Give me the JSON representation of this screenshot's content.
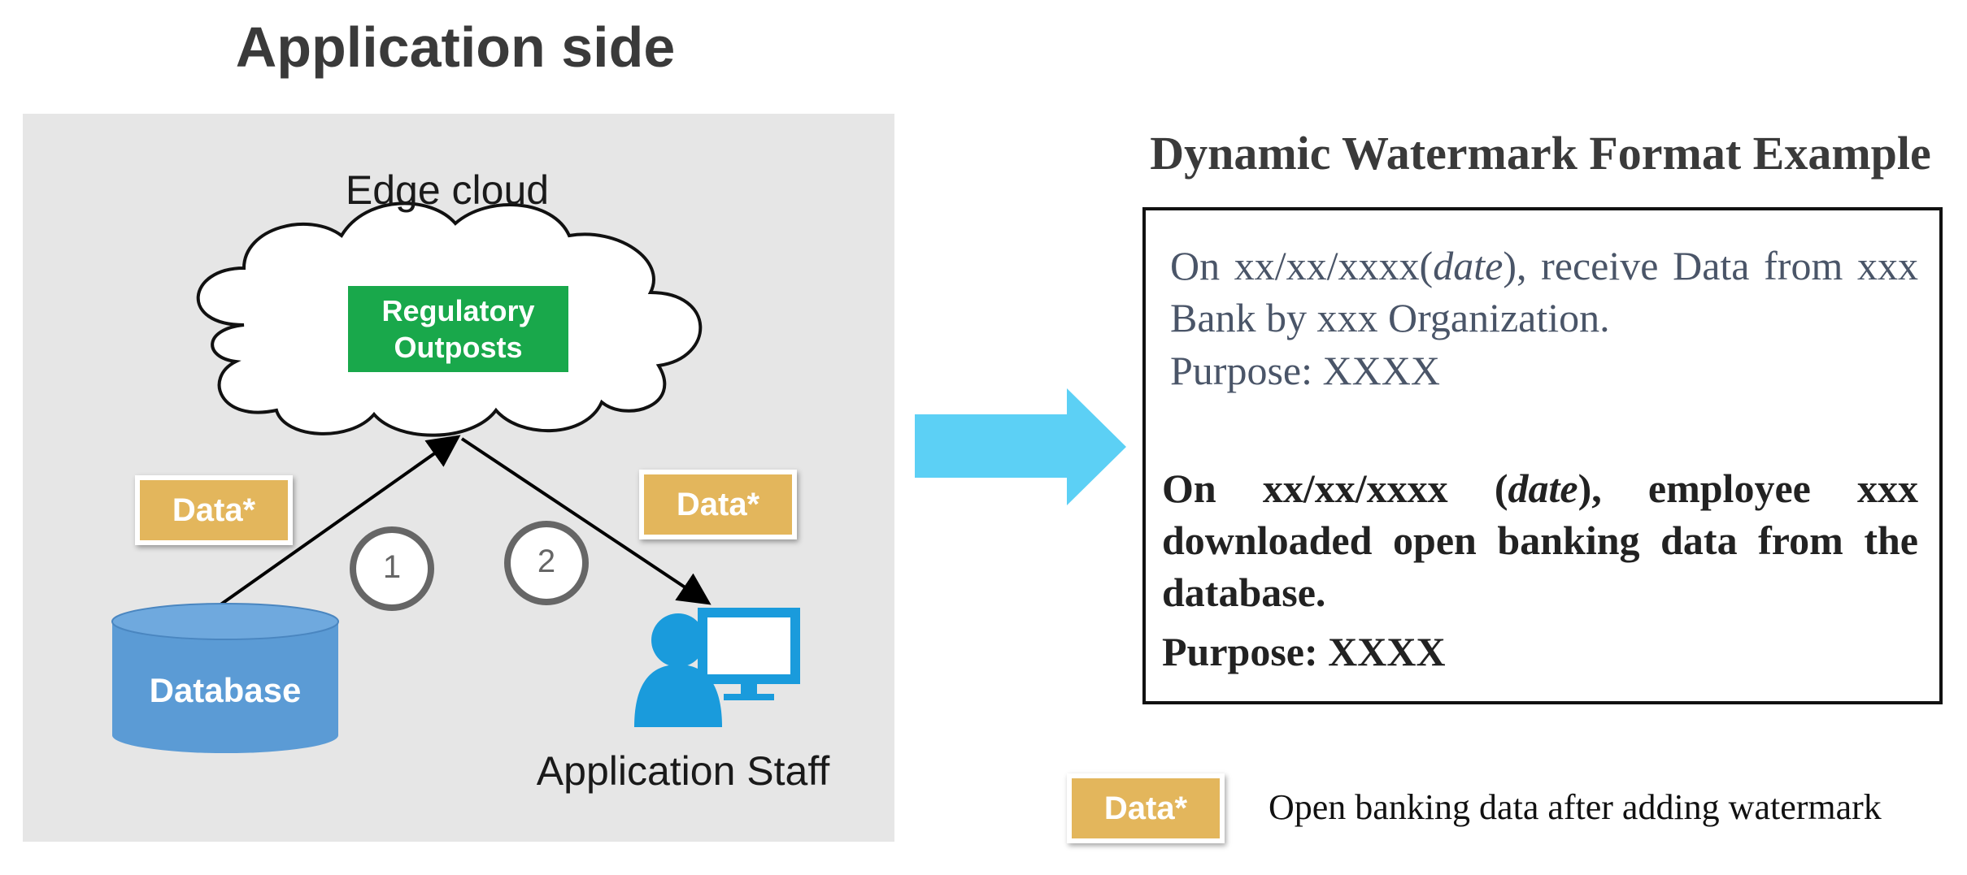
{
  "left": {
    "title": "Application side",
    "cloud_label": "Edge cloud",
    "outposts_line1": "Regulatory",
    "outposts_line2": "Outposts",
    "data_tag_left": "Data*",
    "data_tag_right": "Data*",
    "step1": "1",
    "step2": "2",
    "database_label": "Database",
    "staff_label": "Application Staff"
  },
  "right": {
    "title": "Dynamic Watermark Format Example",
    "normal_prefix": "On xx/xx/xxxx(",
    "normal_date": "date",
    "normal_suffix": "), receive Data from xxx Bank by xxx Organization.",
    "normal_purpose": "Purpose: XXXX",
    "bold_prefix": "On xx/xx/xxxx (",
    "bold_date": "date",
    "bold_suffix": "), employee xxx downloaded open banking data from the database.",
    "bold_purpose": "Purpose: XXXX"
  },
  "legend": {
    "tag": "Data*",
    "text": "Open banking data after adding watermark"
  },
  "colors": {
    "panel": "#e6e6e6",
    "outposts": "#19a84b",
    "data_tag": "#e3b65c",
    "database": "#5b9bd5",
    "staff": "#1a9bdc",
    "arrow": "#5cd0f5"
  }
}
